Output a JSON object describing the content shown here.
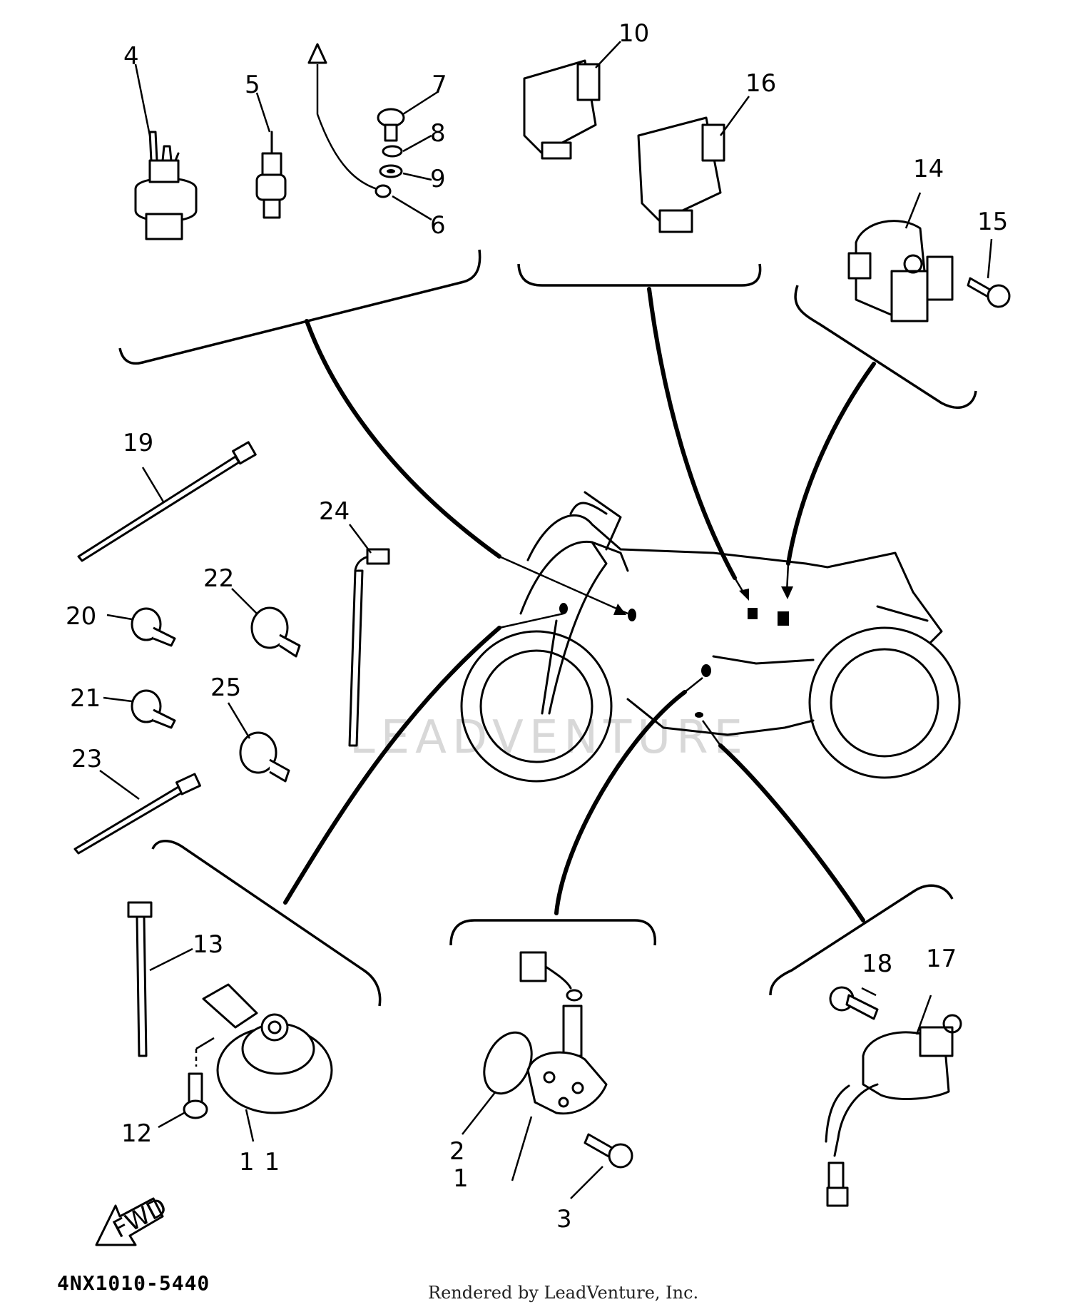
{
  "diagram": {
    "part_code": "4NX1010-5440",
    "credit": "Rendered by LeadVenture, Inc.",
    "watermark": "LEADVENTURE",
    "fwd_label": "FWD",
    "callouts": [
      "1",
      "2",
      "3",
      "4",
      "5",
      "6",
      "7",
      "8",
      "9",
      "10",
      "11",
      "12",
      "13",
      "14",
      "15",
      "16",
      "17",
      "18",
      "19",
      "20",
      "21",
      "22",
      "23",
      "24",
      "25"
    ]
  }
}
